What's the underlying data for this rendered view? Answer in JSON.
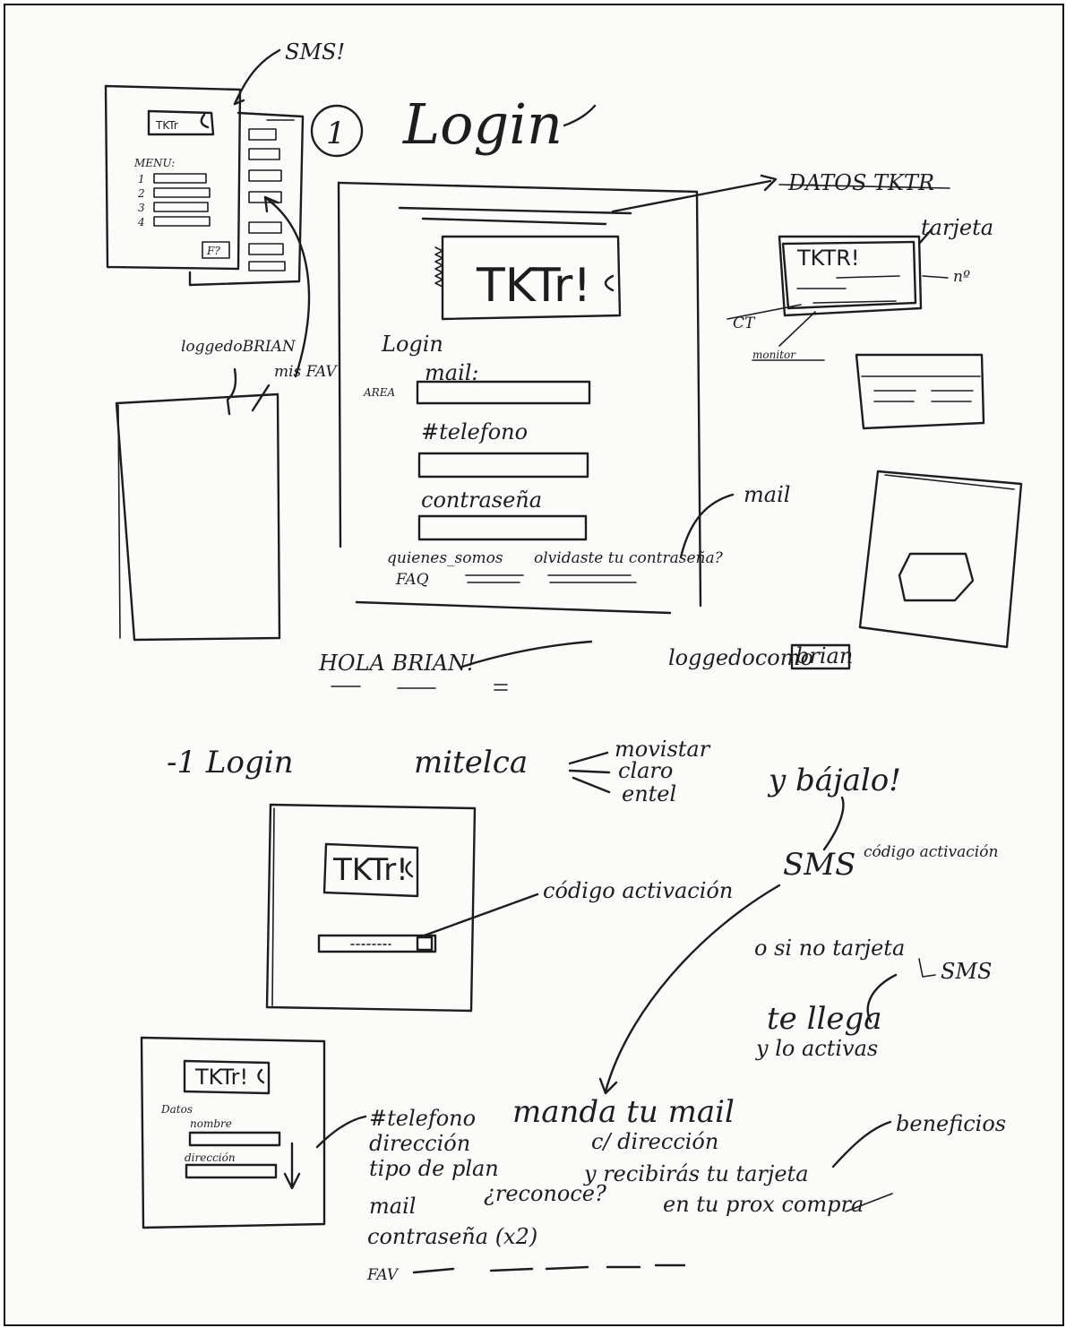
{
  "page": {
    "title_number": "1",
    "title": "Login",
    "sms_top": "SMS!"
  },
  "menu_phone": {
    "logo": "TKTr",
    "menu_label": "MENU:",
    "items": [
      "1",
      "2",
      "3",
      "4"
    ],
    "faq": "F?"
  },
  "left_notes": {
    "logged_brian": "loggedoBRIAN",
    "mis_fav": "mis FAV"
  },
  "login_screen": {
    "logo": "TKTr!",
    "section_label": "Login",
    "field_labels": [
      "mail:",
      "#telefono",
      "contraseña"
    ],
    "side_label": "AREA",
    "links": [
      "quienes_somos",
      "olvidaste tu contraseña?"
    ],
    "faq": "FAQ"
  },
  "right_notes": {
    "datos": "DATOS TKTR",
    "tarjeta": "tarjeta",
    "no": "nº",
    "ct": "CT",
    "card_logo": "TKTR!",
    "card_sub": "monitor",
    "mail": "mail",
    "logged_como": "loggedocomo",
    "brian": "brian",
    "hola": "HOLA BRIAN!"
  },
  "activation": {
    "step": "-1 Login",
    "logo": "TKTr!",
    "code_label": "código activación",
    "mitelca": "mitelca",
    "carriers": [
      "movistar",
      "claro",
      "entel"
    ],
    "bajalo": "y bájalo!",
    "sms": "SMS",
    "sms_code": "código activación",
    "alt_card": "o si no tarjeta",
    "alt_sms": "SMS",
    "te_llega": "te llega",
    "lo_activas": "y lo activas"
  },
  "register": {
    "logo": "TKTr!",
    "datos": "Datos",
    "nombre": "nombre",
    "direccion": "dirección",
    "fields_list": [
      "#telefono",
      "dirección",
      "tipo de plan",
      "mail",
      "contraseña (x2)"
    ],
    "ireconoce": "¿reconoce?",
    "send_lines": [
      "manda tu mail",
      "c/ dirección",
      "y recibirás tu tarjeta",
      "en tu prox compra"
    ],
    "beneficios": "beneficios",
    "fav": "FAV"
  }
}
